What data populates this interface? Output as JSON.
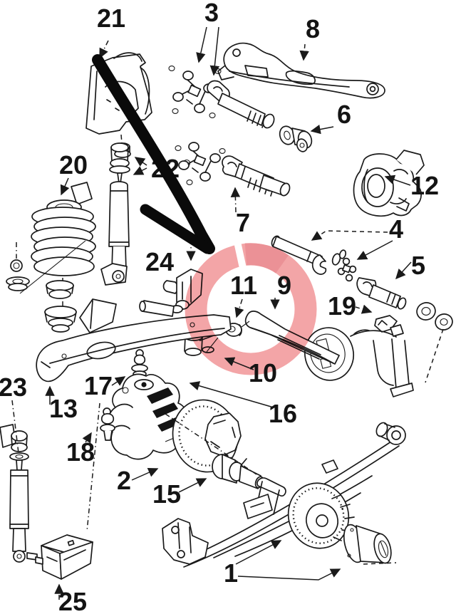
{
  "diagram": {
    "type": "exploded-parts-diagram",
    "subject": "front suspension and axle assembly",
    "callouts": {
      "c1": {
        "num": "1"
      },
      "c2": {
        "num": "2"
      },
      "c3": {
        "num": "3"
      },
      "c4": {
        "num": "4"
      },
      "c5": {
        "num": "5"
      },
      "c6": {
        "num": "6"
      },
      "c7": {
        "num": "7"
      },
      "c8": {
        "num": "8"
      },
      "c9": {
        "num": "9"
      },
      "c10": {
        "num": "10"
      },
      "c11": {
        "num": "11"
      },
      "c12": {
        "num": "12"
      },
      "c13": {
        "num": "13"
      },
      "c15": {
        "num": "15"
      },
      "c16": {
        "num": "16"
      },
      "c17": {
        "num": "17"
      },
      "c18": {
        "num": "18"
      },
      "c19": {
        "num": "19"
      },
      "c20": {
        "num": "20"
      },
      "c21": {
        "num": "21"
      },
      "c22": {
        "num": "22"
      },
      "c23": {
        "num": "23"
      },
      "c24": {
        "num": "24"
      },
      "c25": {
        "num": "25"
      }
    }
  },
  "annotations": {
    "ring_color": "#f2999b",
    "ring_dark_color": "#e98287",
    "arrow_color": "#0a0a0a",
    "label_color": "#141414",
    "label_9_color": "#6d1416",
    "line_color": "#1a1a1a",
    "background": "#ffffff"
  }
}
